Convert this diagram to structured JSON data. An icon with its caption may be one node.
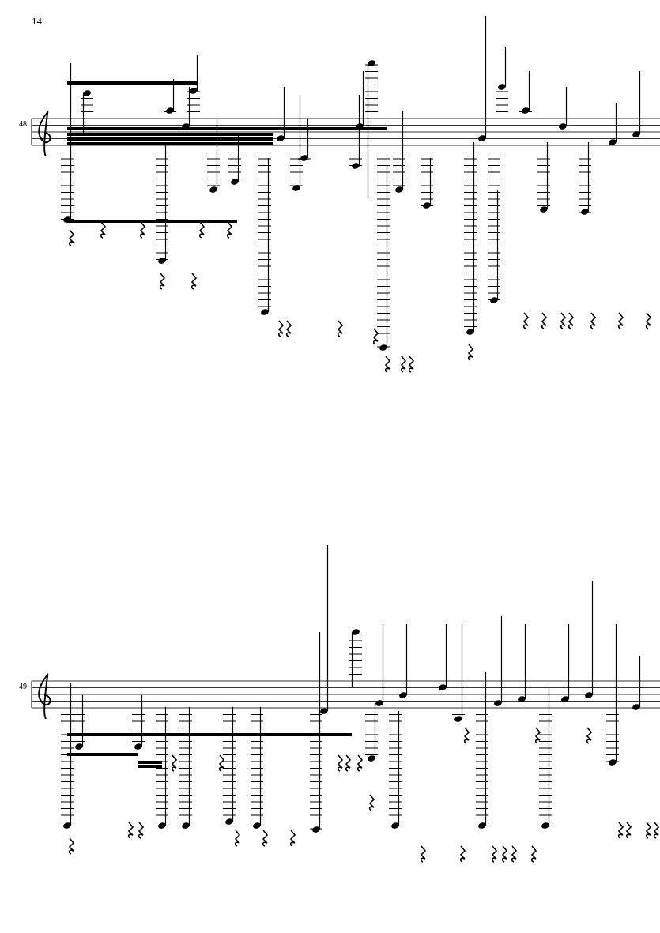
{
  "diagram": {
    "labels": [
      "14",
      "48",
      "49"
    ]
  }
}
